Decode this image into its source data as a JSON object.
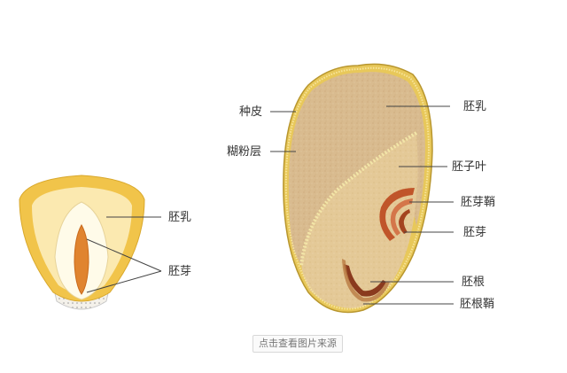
{
  "labels": {
    "small_endosperm": "胚乳",
    "small_embryo": "胚芽",
    "seed_coat": "种皮",
    "aleurone_layer": "糊粉层",
    "endosperm": "胚乳",
    "cotyledon": "胚子叶",
    "coleoptile": "胚芽鞘",
    "plumule": "胚芽",
    "radicle": "胚根",
    "coleorhiza": "胚根鞘"
  },
  "caption": "点击查看图片来源",
  "colors": {
    "coat": "#d7b86a",
    "aleurone": "#e8c85a",
    "endosperm": "#d9bb8f",
    "embryo": "#e4c997",
    "coleoptile": "#c0552a",
    "radicle": "#8a3a1e",
    "small_outer": "#f1c44a",
    "small_endosperm": "#fbe9b0",
    "small_embryo": "#fffbe9",
    "small_core": "#e0842f",
    "leader": "#444444"
  }
}
